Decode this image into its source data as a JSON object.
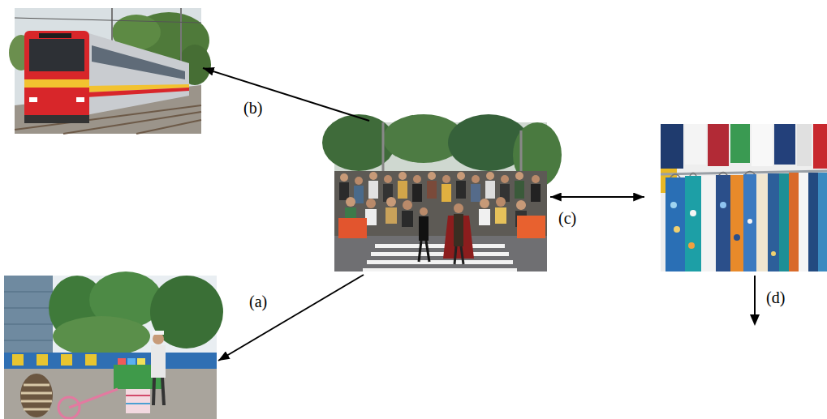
{
  "diagram": {
    "nodes": [
      {
        "text": []
      },
      {
        "text": []
      },
      {
        "text": []
      },
      {
        "text": []
      }
    ],
    "edges": [
      {
        "from": 1,
        "to": 0,
        "arrow": "to",
        "label": "(b)"
      },
      {
        "from": 1,
        "to": 3,
        "arrow": "to",
        "label": "(a)"
      },
      {
        "from": 1,
        "to": 2,
        "arrow": "both",
        "label": "(c)"
      }
    ],
    "labels": [
      "(d)"
    ]
  }
}
